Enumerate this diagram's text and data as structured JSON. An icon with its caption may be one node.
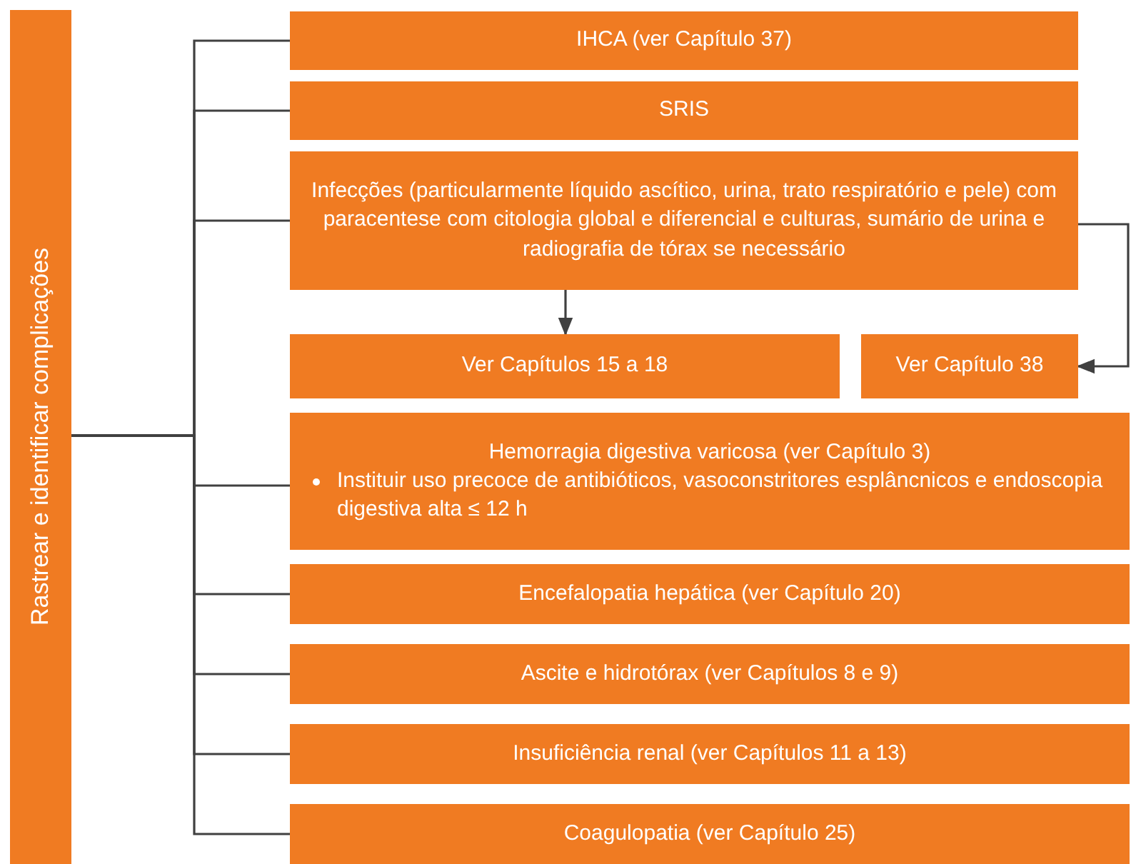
{
  "diagram": {
    "nodes": [
      {
        "text": [
          "Rastrear e identificar complicações"
        ]
      },
      {
        "text": [
          "IHCA (ver Capítulo 37)"
        ]
      },
      {
        "text": [
          "SRIS"
        ]
      },
      {
        "text": [
          "Infecções (particularmente líquido ascítico, urina, trato respiratório e pele) com paracentese com citologia global e diferencial e culturas, sumário de urina e radiografia de tórax se necessário"
        ]
      },
      {
        "text": [
          "Ver Capítulos 15 a 18"
        ]
      },
      {
        "text": [
          "Ver Capítulo 38"
        ]
      },
      {
        "text": [
          "Hemorragia digestiva varicosa (ver Capítulo 3)",
          "Instituir uso precoce de antibióticos, vasoconstritores esplâncnicos e endoscopia digestiva alta ≤ 12 h"
        ]
      },
      {
        "text": [
          "Encefalopatia hepática (ver Capítulo 20)"
        ]
      },
      {
        "text": [
          "Ascite e hidrotórax (ver Capítulos 8 e 9)"
        ]
      },
      {
        "text": [
          "Insuficiência renal (ver Capítulos 11 a 13)"
        ]
      },
      {
        "text": [
          "Coagulopatia (ver Capítulo 25)"
        ]
      }
    ],
    "edges": [
      {
        "from": 0,
        "to": 1,
        "arrow": "none"
      },
      {
        "from": 0,
        "to": 2,
        "arrow": "none"
      },
      {
        "from": 0,
        "to": 3,
        "arrow": "none"
      },
      {
        "from": 0,
        "to": 6,
        "arrow": "none"
      },
      {
        "from": 0,
        "to": 7,
        "arrow": "none"
      },
      {
        "from": 0,
        "to": 8,
        "arrow": "none"
      },
      {
        "from": 0,
        "to": 9,
        "arrow": "none"
      },
      {
        "from": 0,
        "to": 10,
        "arrow": "none"
      },
      {
        "from": 3,
        "to": 4,
        "arrow": "to"
      },
      {
        "from": 3,
        "to": 5,
        "arrow": "to"
      }
    ]
  }
}
